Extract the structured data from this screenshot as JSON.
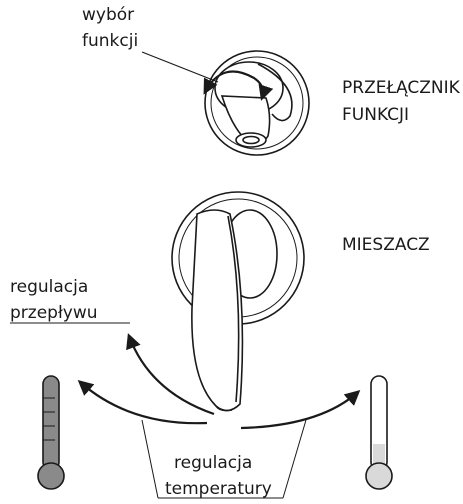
{
  "labels": {
    "function_select_line1": "wybór",
    "function_select_line2": "funkcji",
    "function_switch_line1": "PRZEŁĄCZNIK",
    "function_switch_line2": "FUNKCJI",
    "mixer": "MIESZACZ",
    "flow_line1": "regulacja",
    "flow_line2": "przepływu",
    "temperature_line1": "regulacja",
    "temperature_line2": "temperatury"
  }
}
